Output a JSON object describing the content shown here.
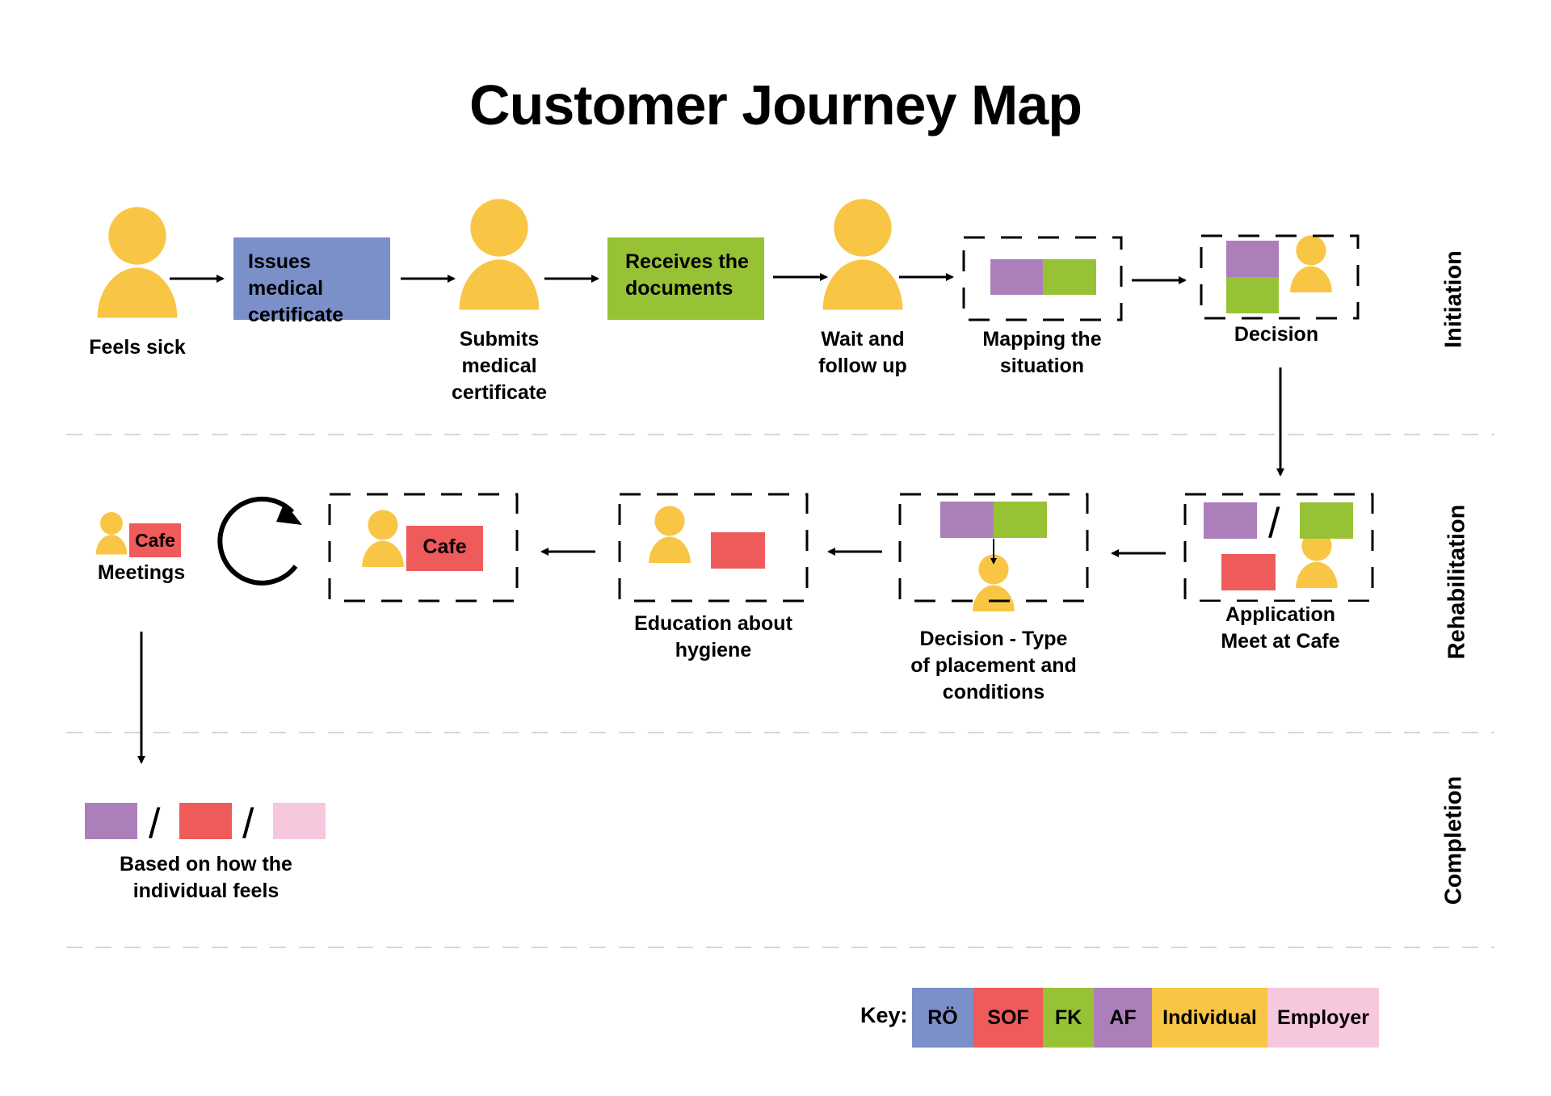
{
  "title": "Customer Journey Map",
  "colors": {
    "RO": "#7b8fc9",
    "SOF": "#ef5a5a",
    "FK": "#97c236",
    "AF": "#ad7fba",
    "Individual": "#f8c644",
    "Employer": "#f6c8de"
  },
  "lanes": {
    "initiation": "Initiation",
    "rehabilitation": "Rehabilitation",
    "completion": "Completion"
  },
  "steps": {
    "feels_sick": "Feels sick",
    "issues_certificate": [
      "Issues medical",
      "certificate"
    ],
    "submits_certificate": [
      "Submits",
      "medical",
      "certificate"
    ],
    "receives_documents": [
      "Receives the",
      "documents"
    ],
    "wait_follow": [
      "Wait and",
      "follow up"
    ],
    "mapping": [
      "Mapping the",
      "situation"
    ],
    "decision": "Decision",
    "application": [
      "Application",
      "Meet at Cafe"
    ],
    "decision_type": [
      "Decision - Type",
      "of placement and",
      "conditions"
    ],
    "education": [
      "Education about",
      "hygiene"
    ],
    "cafe_box_label": "Cafe",
    "cafe_small_label": "Cafe",
    "meetings": "Meetings",
    "based_on": [
      "Based on how the",
      "individual feels"
    ]
  },
  "slash": "/",
  "key": {
    "label": "Key:",
    "items": [
      "RÖ",
      "SOF",
      "FK",
      "AF",
      "Individual",
      "Employer"
    ]
  }
}
